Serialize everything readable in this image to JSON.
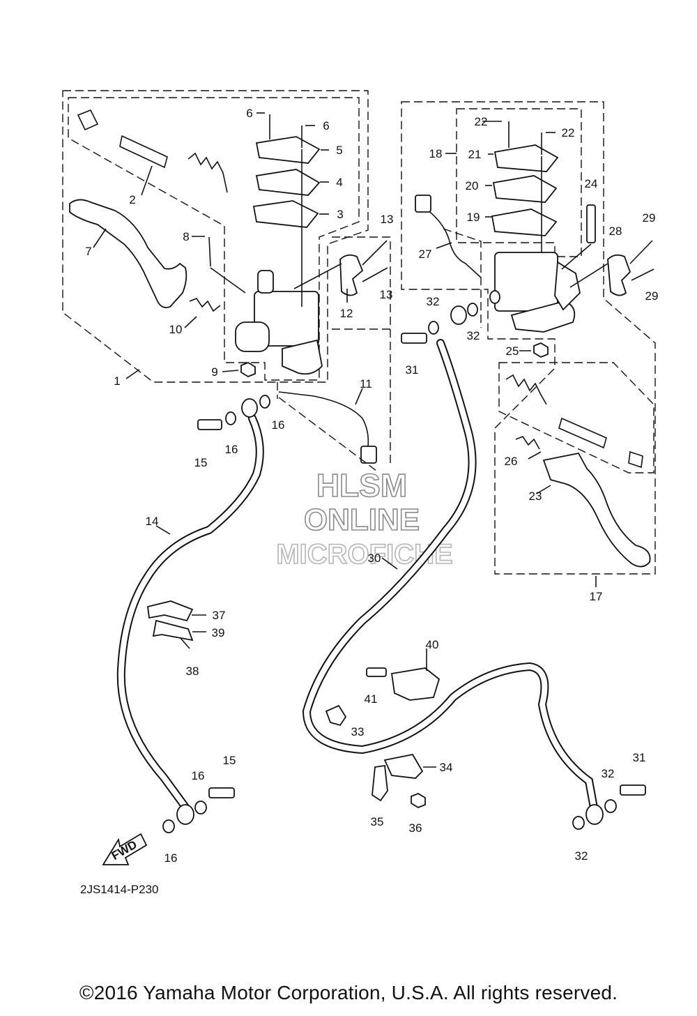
{
  "watermark": {
    "line1": "HLSM",
    "line2": "ONLINE",
    "line3": "MICROFICHE"
  },
  "fwd_label": "FWD",
  "diagram_code": "2JS1414-P230",
  "copyright": "©2016 Yamaha Motor Corporation, U.S.A. All rights reserved.",
  "callouts": [
    {
      "id": "c1",
      "text": "1"
    },
    {
      "id": "c2",
      "text": "2"
    },
    {
      "id": "c3",
      "text": "3"
    },
    {
      "id": "c4",
      "text": "4"
    },
    {
      "id": "c5",
      "text": "5"
    },
    {
      "id": "c6a",
      "text": "6"
    },
    {
      "id": "c6b",
      "text": "6"
    },
    {
      "id": "c7",
      "text": "7"
    },
    {
      "id": "c8",
      "text": "8"
    },
    {
      "id": "c9",
      "text": "9"
    },
    {
      "id": "c10",
      "text": "10"
    },
    {
      "id": "c11",
      "text": "11"
    },
    {
      "id": "c12",
      "text": "12"
    },
    {
      "id": "c13a",
      "text": "13"
    },
    {
      "id": "c13b",
      "text": "13"
    },
    {
      "id": "c14",
      "text": "14"
    },
    {
      "id": "c15a",
      "text": "15"
    },
    {
      "id": "c15b",
      "text": "15"
    },
    {
      "id": "c16a",
      "text": "16"
    },
    {
      "id": "c16b",
      "text": "16"
    },
    {
      "id": "c16c",
      "text": "16"
    },
    {
      "id": "c16d",
      "text": "16"
    },
    {
      "id": "c17",
      "text": "17"
    },
    {
      "id": "c18",
      "text": "18"
    },
    {
      "id": "c19",
      "text": "19"
    },
    {
      "id": "c20",
      "text": "20"
    },
    {
      "id": "c21",
      "text": "21"
    },
    {
      "id": "c22a",
      "text": "22"
    },
    {
      "id": "c22b",
      "text": "22"
    },
    {
      "id": "c23",
      "text": "23"
    },
    {
      "id": "c24",
      "text": "24"
    },
    {
      "id": "c25",
      "text": "25"
    },
    {
      "id": "c26",
      "text": "26"
    },
    {
      "id": "c27",
      "text": "27"
    },
    {
      "id": "c28",
      "text": "28"
    },
    {
      "id": "c29a",
      "text": "29"
    },
    {
      "id": "c29b",
      "text": "29"
    },
    {
      "id": "c30",
      "text": "30"
    },
    {
      "id": "c31a",
      "text": "31"
    },
    {
      "id": "c31b",
      "text": "31"
    },
    {
      "id": "c32a",
      "text": "32"
    },
    {
      "id": "c32b",
      "text": "32"
    },
    {
      "id": "c32c",
      "text": "32"
    },
    {
      "id": "c32d",
      "text": "32"
    },
    {
      "id": "c33",
      "text": "33"
    },
    {
      "id": "c34",
      "text": "34"
    },
    {
      "id": "c35",
      "text": "35"
    },
    {
      "id": "c36",
      "text": "36"
    },
    {
      "id": "c37",
      "text": "37"
    },
    {
      "id": "c38",
      "text": "38"
    },
    {
      "id": "c39",
      "text": "39"
    },
    {
      "id": "c40",
      "text": "40"
    },
    {
      "id": "c41",
      "text": "41"
    }
  ]
}
